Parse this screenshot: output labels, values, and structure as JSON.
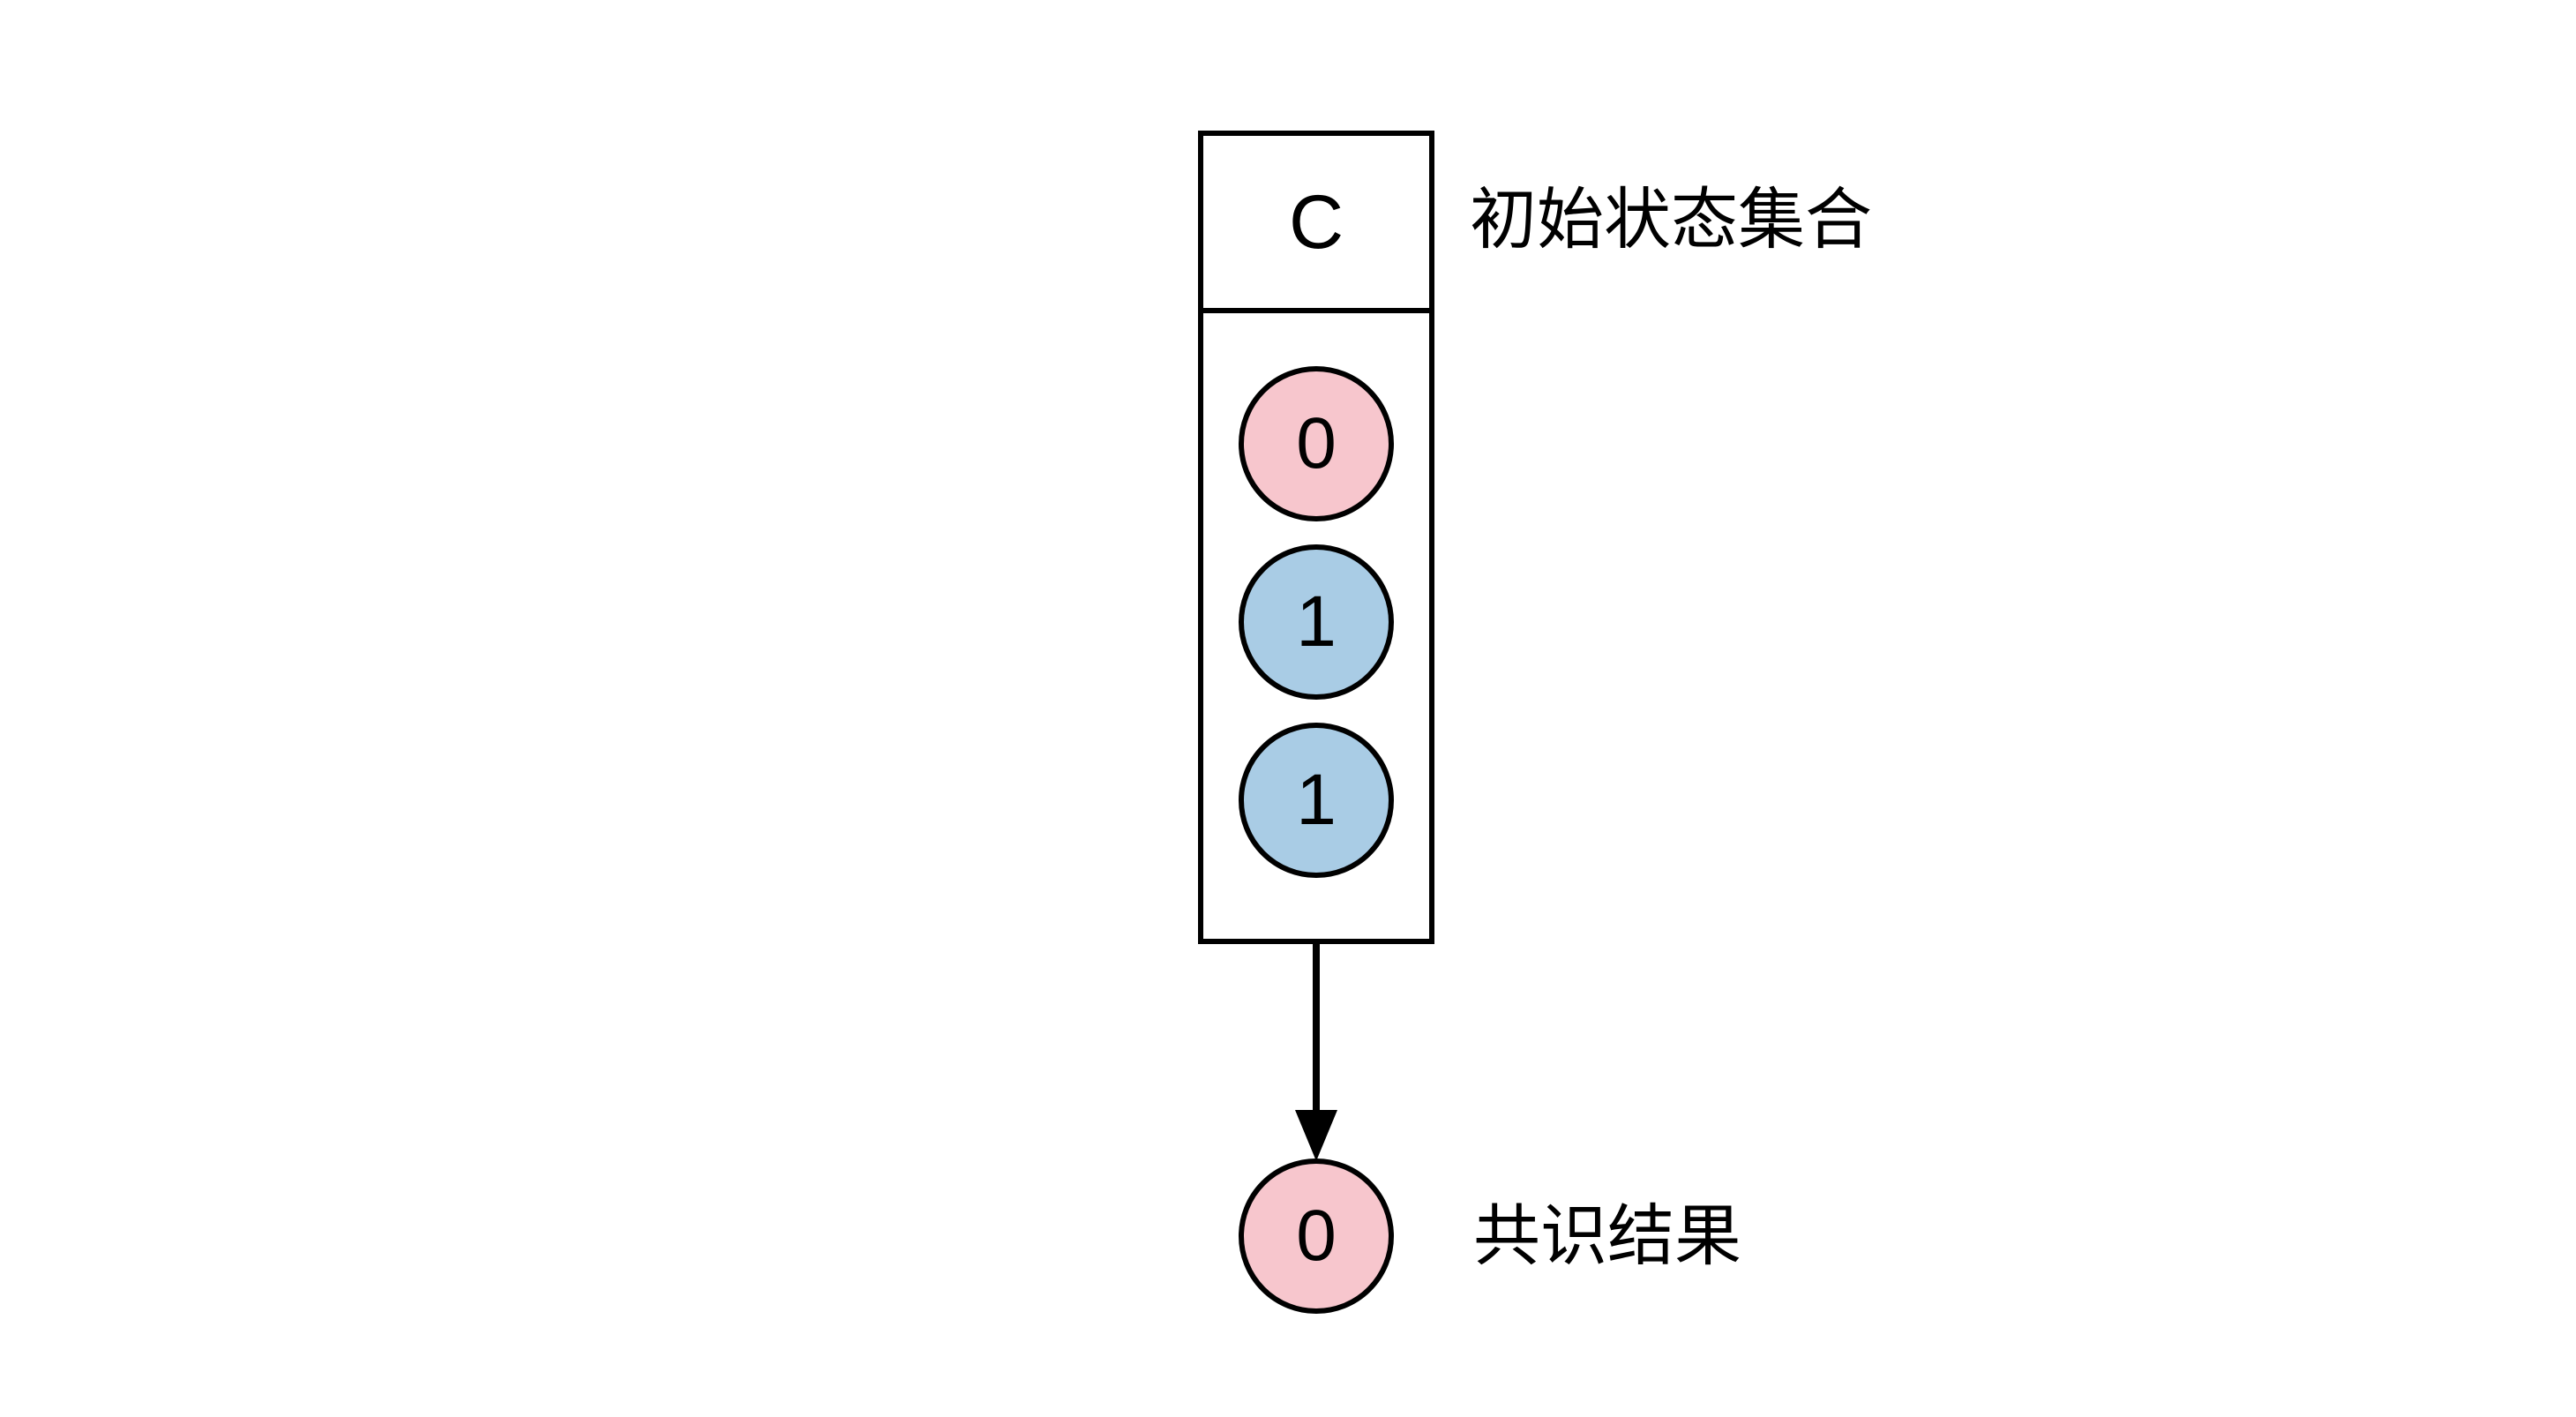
{
  "diagram": {
    "background_color": "#ffffff",
    "stroke_color": "#000000",
    "state_set": {
      "header_label": "C",
      "annotation": "初始状态集合",
      "nodes": [
        {
          "value": "0",
          "color": "#f7c6cd"
        },
        {
          "value": "1",
          "color": "#a9cce5"
        },
        {
          "value": "1",
          "color": "#a9cce5"
        }
      ]
    },
    "result": {
      "value": "0",
      "color": "#f7c6cd",
      "annotation": "共识结果"
    }
  }
}
